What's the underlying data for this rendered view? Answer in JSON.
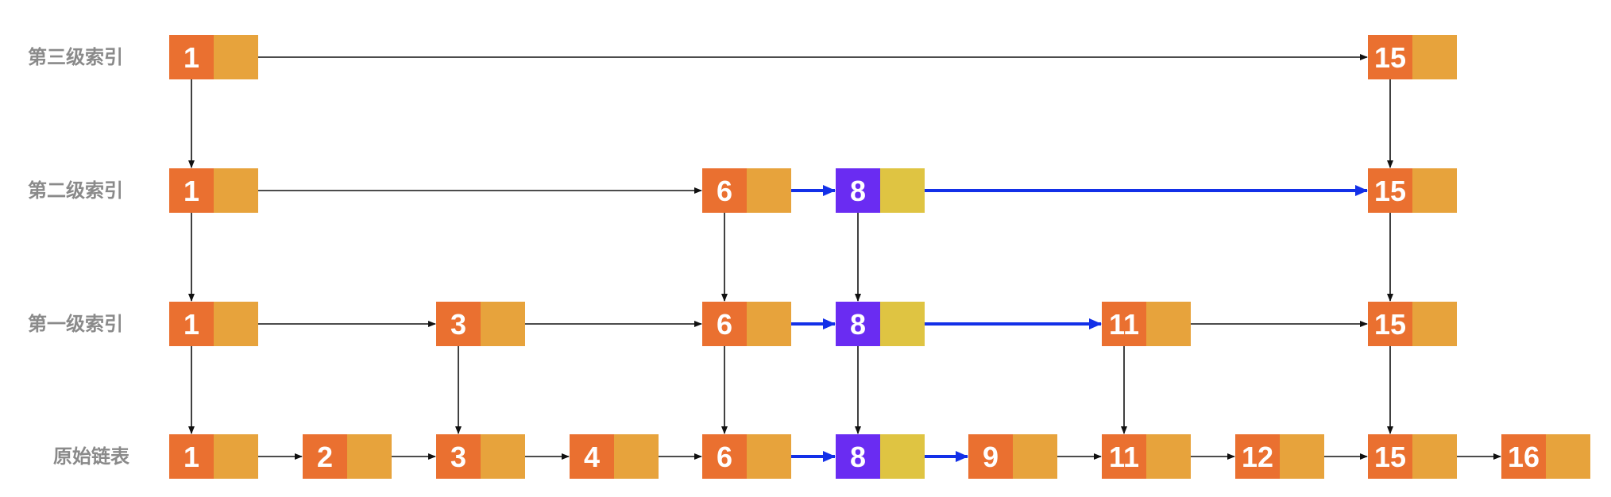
{
  "colors": {
    "key_cell": "#ea7030",
    "pointer_cell": "#e7a33c",
    "highlight_key_cell": "#6a2cf2",
    "highlight_pointer_cell": "#dfc442",
    "arrow": "#111111",
    "highlight_arrow": "#1330e8",
    "label": "#8a8a8a"
  },
  "labels": {
    "level3": "第三级索引",
    "level2": "第二级索引",
    "level1": "第一级索引",
    "base": "原始链表"
  },
  "levels": [
    {
      "id": "level3",
      "label_key": "level3",
      "keys": [
        1,
        15
      ]
    },
    {
      "id": "level2",
      "label_key": "level2",
      "keys": [
        1,
        6,
        8,
        15
      ]
    },
    {
      "id": "level1",
      "label_key": "level1",
      "keys": [
        1,
        3,
        6,
        8,
        11,
        15
      ]
    },
    {
      "id": "base",
      "label_key": "base",
      "keys": [
        1,
        2,
        3,
        4,
        6,
        8,
        9,
        11,
        12,
        15,
        16
      ]
    }
  ],
  "highlighted_key": 8,
  "highlighted_links": [
    {
      "level": "level2",
      "from": 6,
      "to": 8
    },
    {
      "level": "level2",
      "from": 8,
      "to": 15
    },
    {
      "level": "level1",
      "from": 6,
      "to": 8
    },
    {
      "level": "level1",
      "from": 8,
      "to": 11
    },
    {
      "level": "base",
      "from": 6,
      "to": 8
    },
    {
      "level": "base",
      "from": 8,
      "to": 9
    }
  ]
}
